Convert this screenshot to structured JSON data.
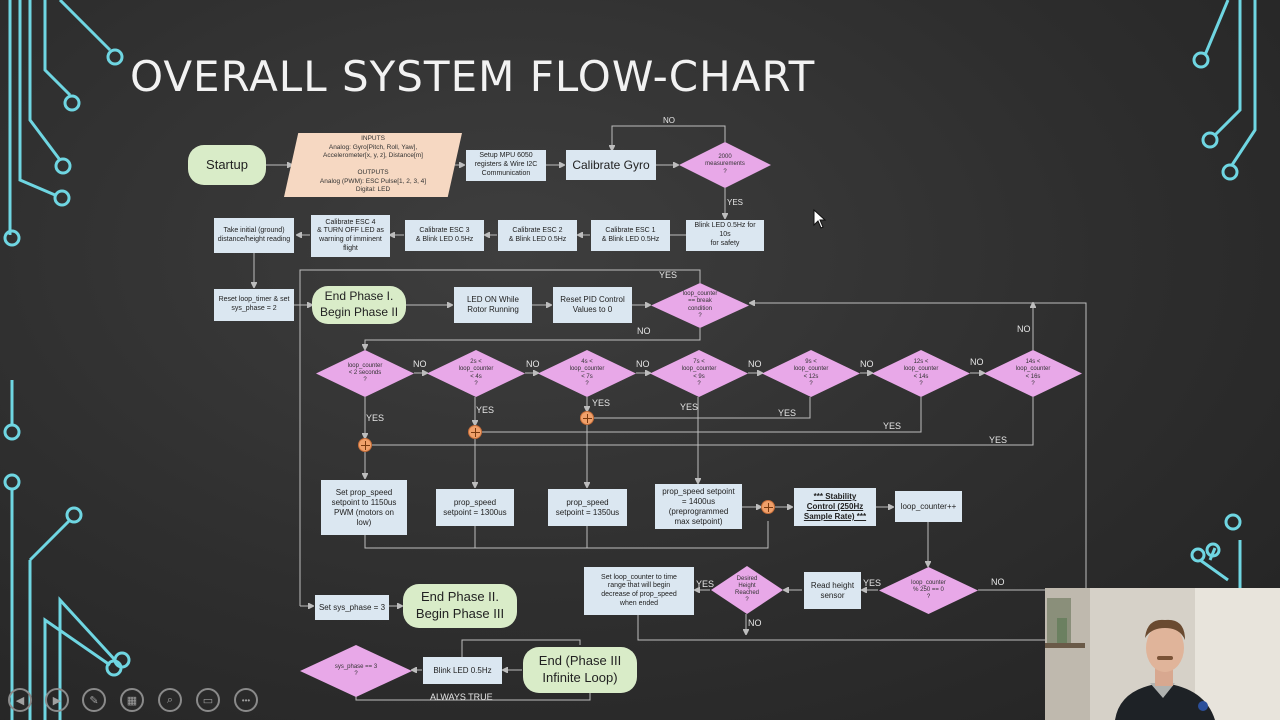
{
  "slide": {
    "title": "OVERALL SYSTEM FLOW-CHART"
  },
  "nodes": {
    "startup": "Startup",
    "io": "INPUTS\nAnalog: Gyro[Pitch, Roll, Yaw],\nAccelerometer[x, y, z], Distance[m]\n\nOUTPUTS\nAnalog (PWM): ESC Pulse[1, 2, 3, 4]\nDigital: LED",
    "setup_mpu": "Setup MPU 6050\nregisters & Wire I2C\nCommunication",
    "calibrate_gyro": "Calibrate Gyro",
    "measurements_q": "2000\nmeasurements\n?",
    "blink_10s": "Blink LED 0.5Hz for 10s\nfor safety",
    "cal_esc1": "Calibrate ESC 1\n& Blink LED 0.5Hz",
    "cal_esc2": "Calibrate ESC 2\n& Blink LED 0.5Hz",
    "cal_esc3": "Calibrate ESC 3\n& Blink LED 0.5Hz",
    "cal_esc4": "Calibrate ESC 4\n& TURN OFF LED as\nwarning of imminent\nflight",
    "take_initial": "Take initial (ground)\ndistance/height reading",
    "reset_timer": "Reset loop_timer & set\nsys_phase = 2",
    "end_phase1": "End Phase I.\nBegin Phase II",
    "led_on": "LED ON While\nRotor Running",
    "reset_pid": "Reset PID Control\nValues to 0",
    "break_q": "loop_counter\n== break\ncondition\n?",
    "d_lt2": "loop_counter\n< 2 seconds\n?",
    "d_2to4": "2s <\nloop_counter\n< 4s\n?",
    "d_4to7": "4s <\nloop_counter\n< 7s\n?",
    "d_7to9": "7s <\nloop_counter\n< 9s\n?",
    "d_9to12": "9s <\nloop_counter\n< 12s\n?",
    "d_12to14": "12s <\nloop_counter\n< 14s\n?",
    "d_14to16": "14s <\nloop_counter\n< 16s\n?",
    "set_1150": "Set prop_speed\nsetpoint to 1150us\nPWM (motors on\nlow)",
    "set_1300": "prop_speed\nsetpoint = 1300us",
    "set_1350": "prop_speed\nsetpoint = 1350us",
    "set_1400": "prop_speed setpoint\n= 1400us\n(preprogrammed\nmax setpoint)",
    "stability": "***   Stability\nControl (250Hz\nSample Rate)   ***",
    "loop_inc": "loop_counter++",
    "mod_q": "loop_counter\n% 250 == 0\n?",
    "read_height": "Read height\nsensor",
    "height_q": "Desired\nHeight\nReached\n?",
    "set_loop": "Set loop_counter to time\nrange that will begin\ndecrease of prop_speed\nwhen ended",
    "set_phase3": "Set sys_phase = 3",
    "end_phase2": "End Phase II.\nBegin Phase III",
    "sys3_q": "sys_phase == 3\n?",
    "blink_final": "Blink LED 0.5Hz",
    "end_phase3": "End (Phase III\nInfinite Loop)"
  },
  "labels": {
    "no": "NO",
    "yes": "YES",
    "always_true": "ALWAYS TRUE"
  },
  "controls": {
    "prev": "◀",
    "play": "▶",
    "pen": "✎",
    "slides": "▦",
    "zoom": "⌕",
    "subtitles": "▭",
    "more": "•••"
  },
  "colors": {
    "process": "#dbe7f1",
    "terminal": "#d9ecc8",
    "decision": "#e8a8e8",
    "io": "#f6d8c2",
    "junction": "#f0a06a",
    "circuit": "#6fd6e2"
  }
}
